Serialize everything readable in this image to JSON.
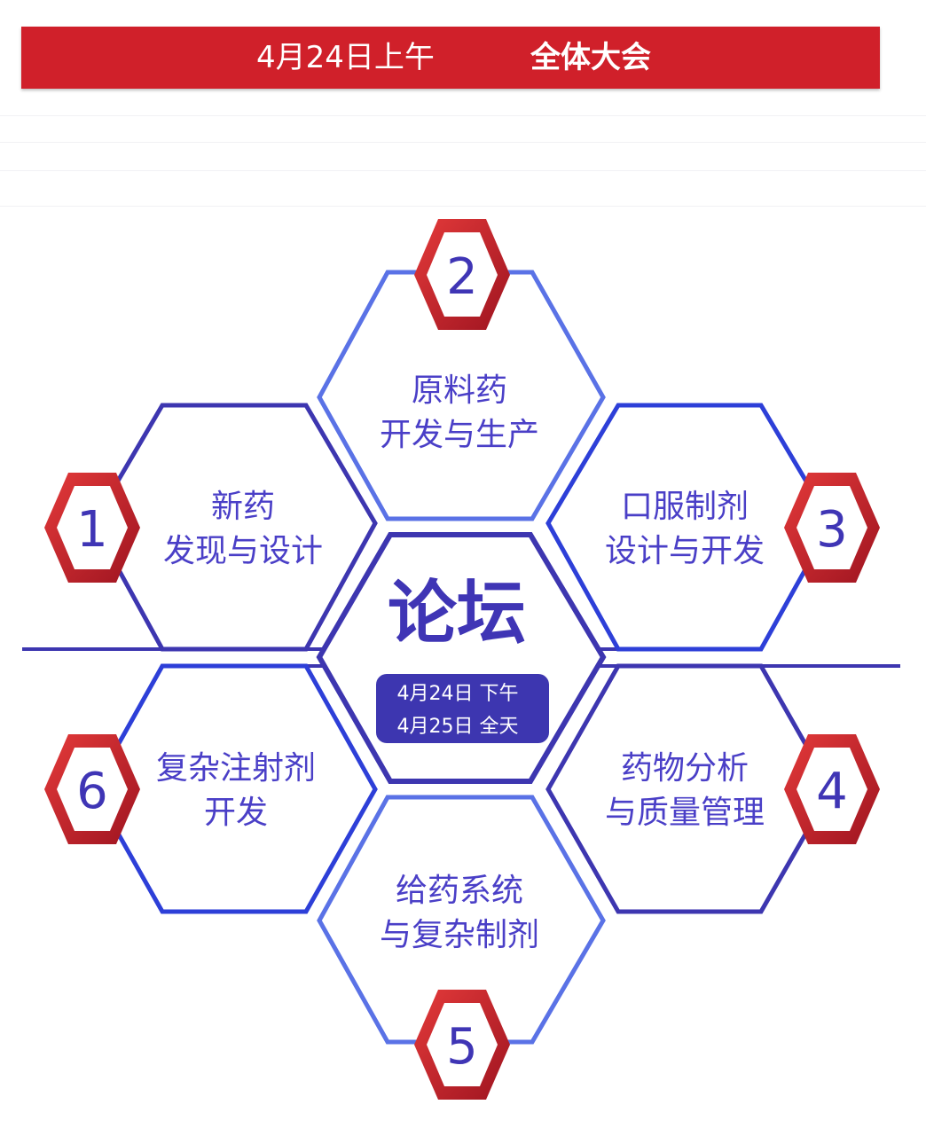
{
  "banner": {
    "date": "4月24日上午",
    "title": "全体大会",
    "color": "#d0202a"
  },
  "center": {
    "title": "论坛",
    "dates": [
      "4月24日 下午",
      "4月25日 全天"
    ]
  },
  "forums": [
    {
      "number": "1",
      "lines": [
        "新药",
        "发现与设计"
      ]
    },
    {
      "number": "2",
      "lines": [
        "原料药",
        "开发与生产"
      ]
    },
    {
      "number": "3",
      "lines": [
        "口服制剂",
        "设计与开发"
      ]
    },
    {
      "number": "4",
      "lines": [
        "药物分析",
        "与质量管理"
      ]
    },
    {
      "number": "5",
      "lines": [
        "给药系统",
        "与复杂制剂"
      ]
    },
    {
      "number": "6",
      "lines": [
        "复杂注射剂",
        "开发"
      ]
    }
  ],
  "colors": {
    "accent_red": "#c81e2a",
    "hex_blue_dark": "#3d36b0",
    "hex_blue_light": "#5a72e6",
    "text_blue": "#4a3fc7"
  }
}
